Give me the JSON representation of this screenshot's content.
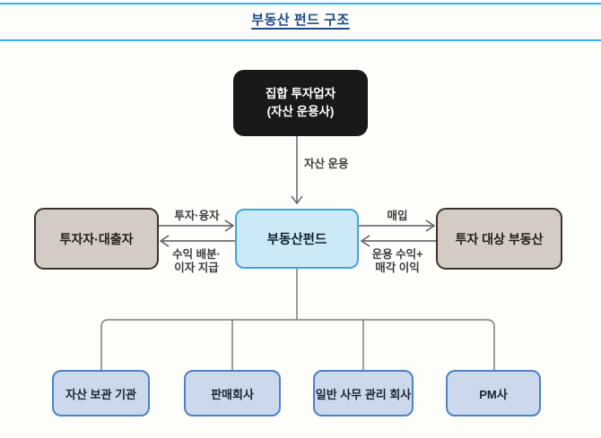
{
  "header": {
    "title": "부동산 펀드 구조"
  },
  "nodes": {
    "manager": {
      "line1": "집합 투자업자",
      "line2": "(자산 운용사)"
    },
    "fund": {
      "label": "부동산펀드"
    },
    "investors": {
      "label": "투자자·대출자"
    },
    "target_property": {
      "label": "투자 대상 부동산"
    },
    "custodian": {
      "label": "자산 보관 기관"
    },
    "sales_company": {
      "label": "판매회사"
    },
    "admin_company": {
      "label": "일반 사무 관리 회사"
    },
    "pm_company": {
      "label": "PM사"
    }
  },
  "edges": {
    "asset_management": {
      "label": "자산 운용"
    },
    "investment_loan": {
      "label": "투자·융자"
    },
    "profit_distribution": {
      "line1": "수익 배분·",
      "line2": "이자 지급"
    },
    "purchase": {
      "label": "매입"
    },
    "operating_return": {
      "line1": "운용 수익+",
      "line2": "매각 이익"
    }
  },
  "colors": {
    "accent_rule": "#33b5e6",
    "title_text": "#1b4a8a",
    "manager_box_bg": "#191919",
    "fund_box_bg": "#cce9f8",
    "fund_box_border": "#42a5d8",
    "party_box_bg": "#d2ccc4",
    "party_box_border": "#3a342c",
    "service_box_bg": "#ccd8ec",
    "service_box_border": "#4d82c4",
    "connector_line": "#7d7d7d",
    "arrow_line": "#55575a"
  }
}
